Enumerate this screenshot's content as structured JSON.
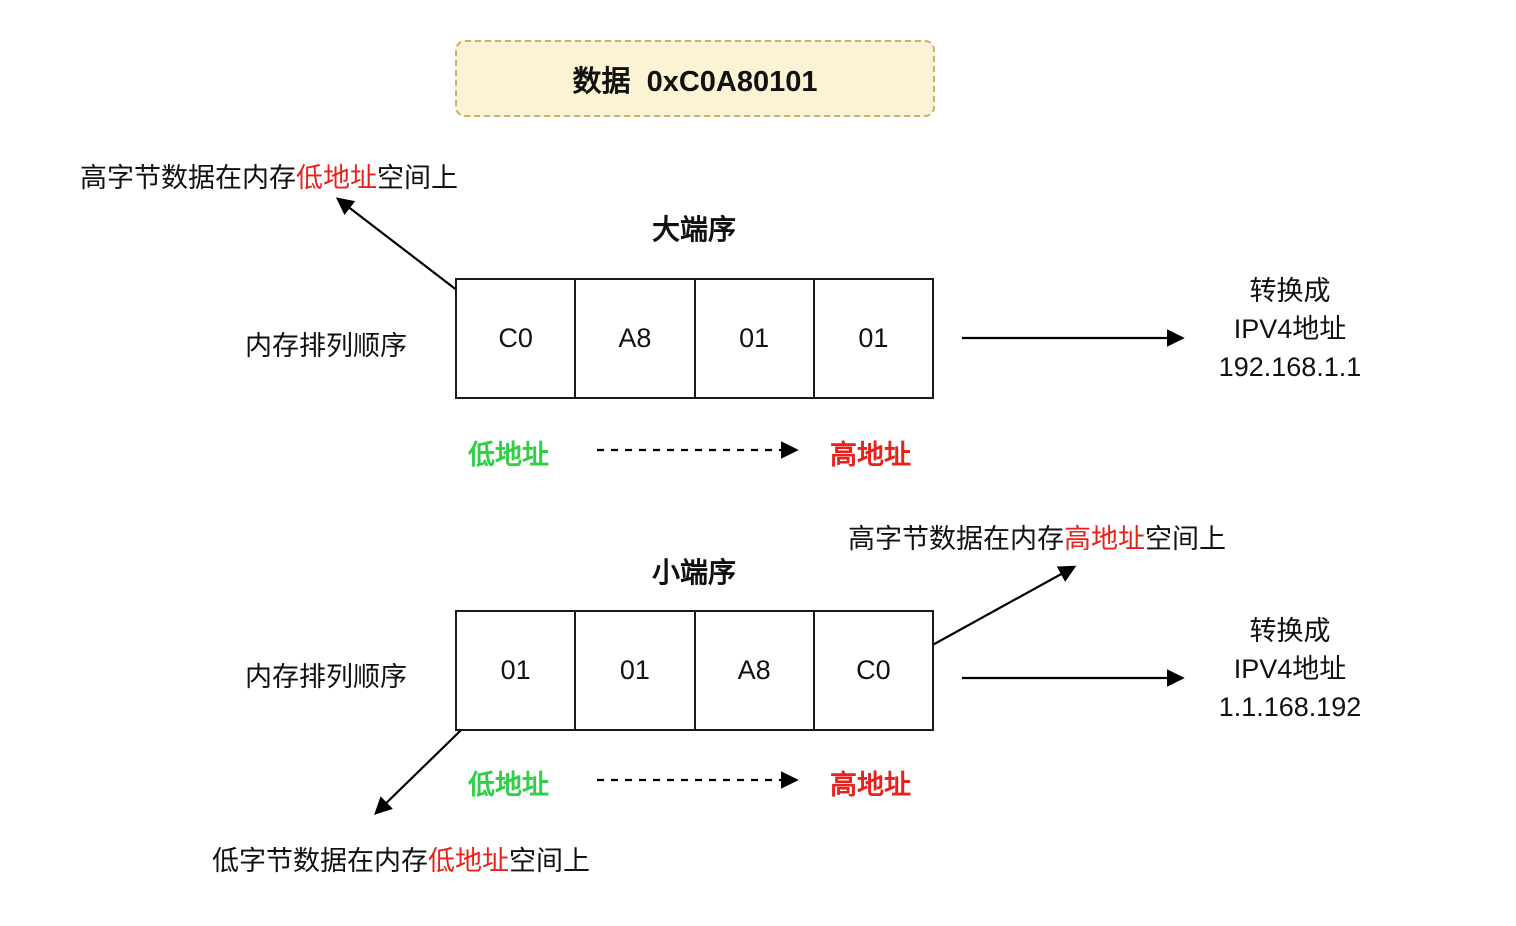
{
  "title": {
    "label": "数据  0xC0A80101"
  },
  "colors": {
    "highlight_red": "#e8221a",
    "low_address_green": "#2fd046",
    "title_box_bg": "#fcf3d4",
    "title_box_border": "#cbb06a"
  },
  "big_endian": {
    "section_title": "大端序",
    "memory_order_label": "内存排列顺序",
    "bytes": [
      "C0",
      "A8",
      "01",
      "01"
    ],
    "annotation": {
      "prefix": "高字节数据在内存",
      "highlight": "低地址",
      "suffix": "空间上"
    },
    "low_address_label": "低地址",
    "high_address_label": "高地址",
    "result": {
      "line1": "转换成",
      "line2": "IPV4地址",
      "line3": "192.168.1.1"
    }
  },
  "little_endian": {
    "section_title": "小端序",
    "memory_order_label": "内存排列顺序",
    "bytes": [
      "01",
      "01",
      "A8",
      "C0"
    ],
    "annotation_high": {
      "prefix": "高字节数据在内存",
      "highlight": "高地址",
      "suffix": "空间上"
    },
    "annotation_low": {
      "prefix": "低字节数据在内存",
      "highlight": "低地址",
      "suffix": "空间上"
    },
    "low_address_label": "低地址",
    "high_address_label": "高地址",
    "result": {
      "line1": "转换成",
      "line2": "IPV4地址",
      "line3": "1.1.168.192"
    }
  }
}
